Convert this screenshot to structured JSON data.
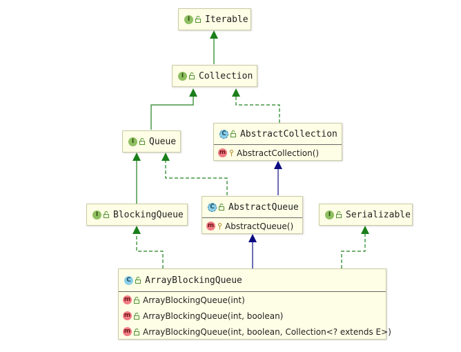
{
  "diagram": {
    "nodes": {
      "iterable": {
        "kind": "I",
        "name": "Iterable",
        "members": []
      },
      "collection": {
        "kind": "I",
        "name": "Collection",
        "members": []
      },
      "queue": {
        "kind": "I",
        "name": "Queue",
        "members": []
      },
      "abstract_collection": {
        "kind": "C",
        "name": "AbstractCollection",
        "members": [
          {
            "kind": "m",
            "text": "AbstractCollection()"
          }
        ]
      },
      "blocking_queue": {
        "kind": "I",
        "name": "BlockingQueue",
        "members": []
      },
      "abstract_queue": {
        "kind": "C",
        "name": "AbstractQueue",
        "members": [
          {
            "kind": "m",
            "text": "AbstractQueue()"
          }
        ]
      },
      "serializable": {
        "kind": "I",
        "name": "Serializable",
        "members": []
      },
      "array_blocking_queue": {
        "kind": "C",
        "name": "ArrayBlockingQueue",
        "members": [
          {
            "kind": "m",
            "text": "ArrayBlockingQueue(int)"
          },
          {
            "kind": "m",
            "text": "ArrayBlockingQueue(int, boolean)"
          },
          {
            "kind": "m",
            "text": "ArrayBlockingQueue(int, boolean, Collection<? extends E>)"
          }
        ]
      }
    },
    "relations": [
      {
        "from": "Collection",
        "to": "Iterable",
        "type": "extends"
      },
      {
        "from": "Queue",
        "to": "Collection",
        "type": "extends"
      },
      {
        "from": "AbstractCollection",
        "to": "Collection",
        "type": "implements"
      },
      {
        "from": "BlockingQueue",
        "to": "Queue",
        "type": "extends"
      },
      {
        "from": "AbstractQueue",
        "to": "Queue",
        "type": "implements"
      },
      {
        "from": "AbstractQueue",
        "to": "AbstractCollection",
        "type": "extends-class"
      },
      {
        "from": "ArrayBlockingQueue",
        "to": "BlockingQueue",
        "type": "implements"
      },
      {
        "from": "ArrayBlockingQueue",
        "to": "AbstractQueue",
        "type": "extends-class"
      },
      {
        "from": "ArrayBlockingQueue",
        "to": "Serializable",
        "type": "implements"
      }
    ],
    "colors": {
      "interface_edge": "#1a7f1a",
      "class_edge": "#0a0a80",
      "node_fill": "#fefee6",
      "node_border": "#c9c9a3"
    }
  }
}
